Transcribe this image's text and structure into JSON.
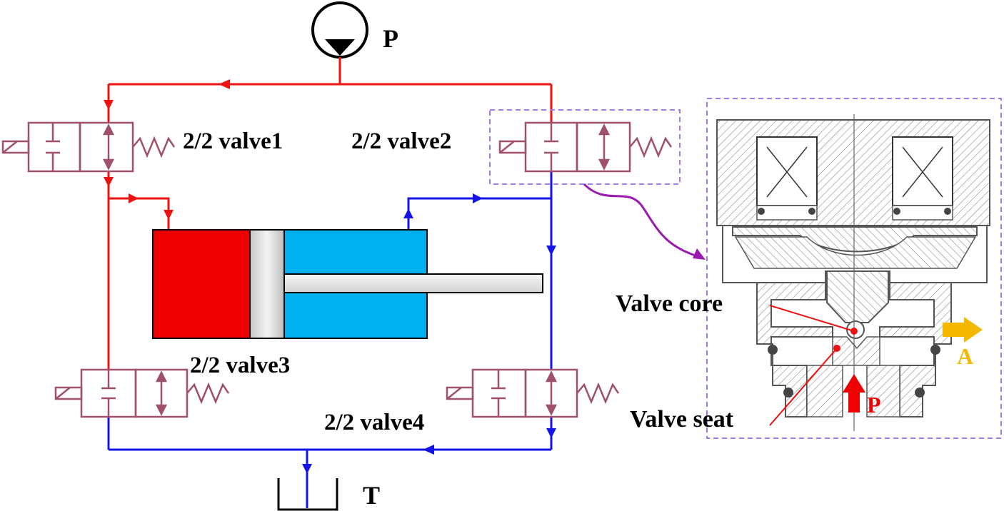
{
  "labels": {
    "pump": "P",
    "tank": "T",
    "valve1": "2/2 valve1",
    "valve2": "2/2 valve2",
    "valve3": "2/2 valve3",
    "valve4": "2/2 valve4",
    "valve_core": "Valve core",
    "valve_seat": "Valve seat",
    "outlet_port": "A",
    "inlet_port": "P"
  },
  "colors": {
    "pressure_line": "#ee1111",
    "return_line": "#1414e6",
    "valve_symbol": "#a0506a",
    "cylinder_cap_chamber": "#ee0000",
    "cylinder_rod_chamber": "#00b0f0",
    "detail_box_border": "#a07ae6",
    "leader_curve": "#9a1ab0",
    "outlet_arrow": "#f5b800",
    "inlet_arrow": "#ee0000"
  }
}
